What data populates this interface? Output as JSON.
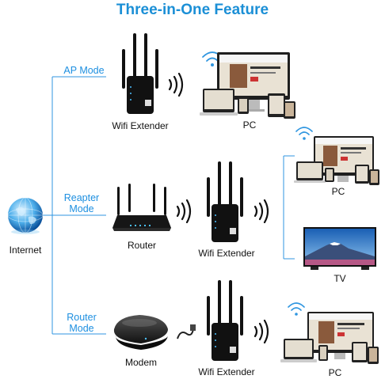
{
  "title": "Three-in-One Feature",
  "colors": {
    "accent": "#1b8fd6",
    "lines": "#2f96e0",
    "device": "#111111"
  },
  "internet": {
    "label": "Internet",
    "icon": "globe-icon"
  },
  "modes": [
    {
      "label": "AP Mode"
    },
    {
      "line1": "Reapter",
      "line2": "Mode"
    },
    {
      "line1": "Router",
      "line2": "Mode"
    }
  ],
  "rows": {
    "ap": {
      "extender_label": "Wifi Extender",
      "pc_label": "PC"
    },
    "repeater": {
      "router_label": "Router",
      "extender_label": "Wifi Extender",
      "pc_label": "PC",
      "tv_label": "TV"
    },
    "router": {
      "modem_label": "Modem",
      "extender_label": "Wifi Extender",
      "pc_label": "PC"
    }
  }
}
